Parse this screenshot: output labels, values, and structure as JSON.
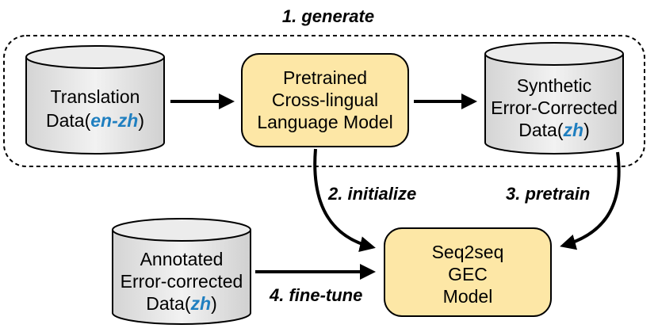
{
  "colors": {
    "accent": "#1f7fc0",
    "model_fill": "#fde7a6",
    "db_fill": "#e6e6e6"
  },
  "steps": {
    "generate": "1. generate",
    "initialize": "2. initialize",
    "pretrain": "3. pretrain",
    "finetune": "4. fine-tune"
  },
  "nodes": {
    "translation": {
      "line1": "Translation",
      "prefix": "Data(",
      "accent": "en-zh",
      "suffix": ")"
    },
    "xlm": {
      "line1": "Pretrained",
      "line2": "Cross-lingual",
      "line3": "Language Model"
    },
    "synthetic": {
      "line1": "Synthetic",
      "line2": "Error-Corrected",
      "prefix": "Data(",
      "accent": "zh",
      "suffix": ")"
    },
    "annotated": {
      "line1": "Annotated",
      "line2": "Error-corrected",
      "prefix": "Data(",
      "accent": "zh",
      "suffix": ")"
    },
    "gec": {
      "line1": "Seq2seq",
      "line2": "GEC",
      "line3": "Model"
    }
  }
}
